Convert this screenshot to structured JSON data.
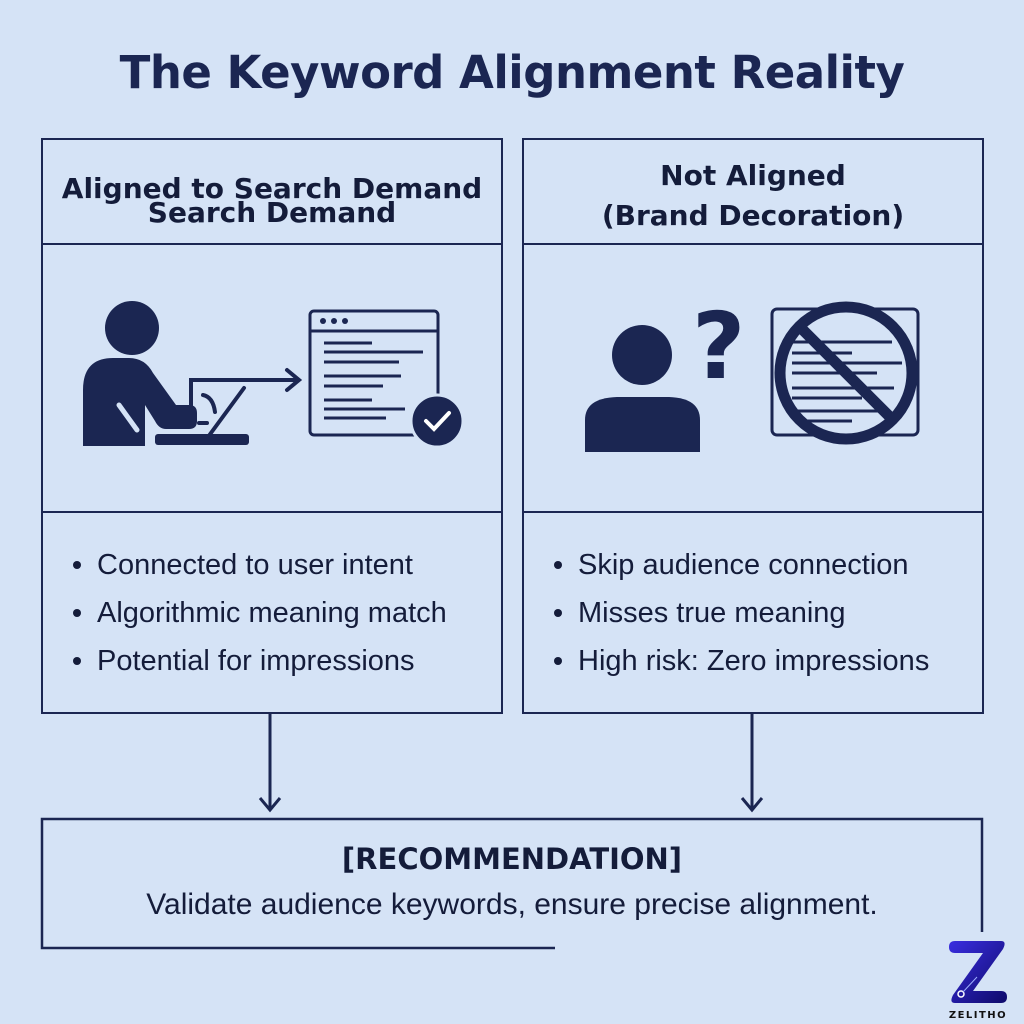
{
  "title": "The Keyword Alignment Reality",
  "left": {
    "header_line1": "Aligned to Search Demand",
    "header_line2": "Search Demand",
    "bullets": [
      "Connected to user intent",
      "Algorithmic meaning match",
      "Potential for impressions"
    ]
  },
  "right": {
    "header_line1": "Not Aligned",
    "header_line2": "(Brand Decoration)",
    "bullets": [
      "Skip audience connection",
      "Misses true meaning",
      "High risk: Zero impressions"
    ]
  },
  "recommendation": {
    "title": "[RECOMMENDATION]",
    "text": "Validate audience keywords, ensure precise alignment."
  },
  "logo": {
    "text": "ZELITHO"
  },
  "colors": {
    "background": "#d5e3f6",
    "ink": "#1b2652",
    "logo": "#2a1fc8"
  }
}
